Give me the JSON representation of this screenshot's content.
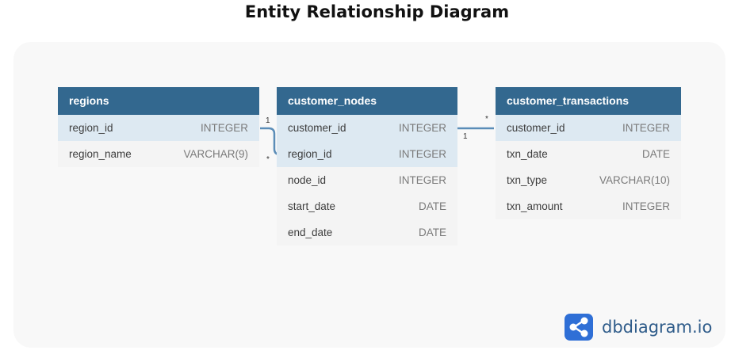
{
  "title": "Entity Relationship Diagram",
  "tables": {
    "regions": {
      "name": "regions",
      "fields": [
        {
          "name": "region_id",
          "type": "INTEGER"
        },
        {
          "name": "region_name",
          "type": "VARCHAR(9)"
        }
      ]
    },
    "customer_nodes": {
      "name": "customer_nodes",
      "fields": [
        {
          "name": "customer_id",
          "type": "INTEGER"
        },
        {
          "name": "region_id",
          "type": "INTEGER"
        },
        {
          "name": "node_id",
          "type": "INTEGER"
        },
        {
          "name": "start_date",
          "type": "DATE"
        },
        {
          "name": "end_date",
          "type": "DATE"
        }
      ]
    },
    "customer_transactions": {
      "name": "customer_transactions",
      "fields": [
        {
          "name": "customer_id",
          "type": "INTEGER"
        },
        {
          "name": "txn_date",
          "type": "DATE"
        },
        {
          "name": "txn_type",
          "type": "VARCHAR(10)"
        },
        {
          "name": "txn_amount",
          "type": "INTEGER"
        }
      ]
    }
  },
  "relationships": [
    {
      "from": "regions.region_id",
      "to": "customer_nodes.region_id",
      "from_cardinality": "1",
      "to_cardinality": "*"
    },
    {
      "from": "customer_nodes.customer_id",
      "to": "customer_transactions.customer_id",
      "from_cardinality": "1",
      "to_cardinality": "*"
    }
  ],
  "logo": {
    "text": "dbdiagram.io",
    "icon": "share-nodes-icon"
  },
  "colors": {
    "header": "#33688f",
    "connector": "#5b8db8",
    "highlight_row": "#dde9f2",
    "logo": "#2f6fd6"
  }
}
